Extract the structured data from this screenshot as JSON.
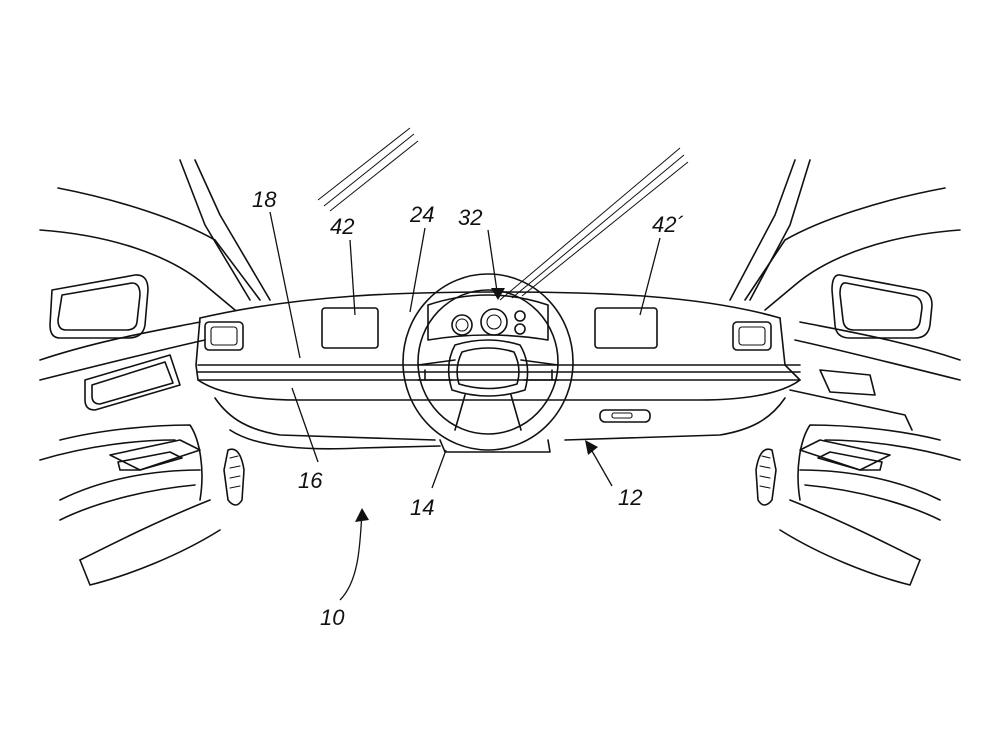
{
  "figure": {
    "reference_numerals": {
      "vehicle": "10",
      "dashboard": "12",
      "steering_wheel": "14",
      "lower_trim": "16",
      "upper_dash": "18",
      "dash_panel": "24",
      "instrument_cluster": "32",
      "left_display": "42",
      "right_display": "42´"
    }
  }
}
